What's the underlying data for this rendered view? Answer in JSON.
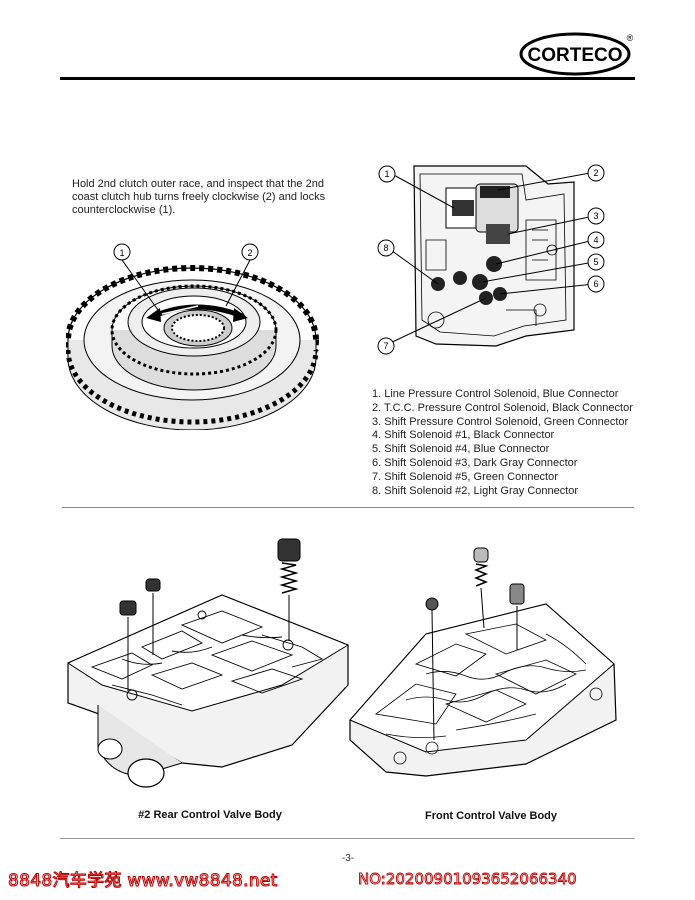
{
  "brand": {
    "name": "CORTECO",
    "registered": "®"
  },
  "instruction": "Hold 2nd clutch outer race, and inspect that the 2nd coast clutch hub turns freely clockwise (2) and locks counterclockwise (1).",
  "clutch_figure": {
    "callouts": [
      "1",
      "2"
    ]
  },
  "valve_figure": {
    "callouts": [
      "1",
      "2",
      "3",
      "4",
      "5",
      "6",
      "7",
      "8"
    ]
  },
  "legend": [
    "1.  Line Pressure Control Solenoid, Blue Connector",
    "2.  T.C.C. Pressure Control Solenoid, Black Connector",
    "3.  Shift Pressure Control Solenoid, Green Connector",
    "4.  Shift Solenoid #1, Black Connector",
    "5.  Shift Solenoid #4, Blue Connector",
    "6.  Shift Solenoid #3, Dark Gray Connector",
    "7.  Shift Solenoid #5, Green Connector",
    "8.  Shift Solenoid #2, Light Gray Connector"
  ],
  "captions": {
    "rear": "#2 Rear Control Valve Body",
    "front": "Front Control Valve Body"
  },
  "page_number": "-3-",
  "watermark": {
    "left": "8848汽车学苑 www.vw8848.net",
    "right": "NO:20200901093652066340"
  }
}
